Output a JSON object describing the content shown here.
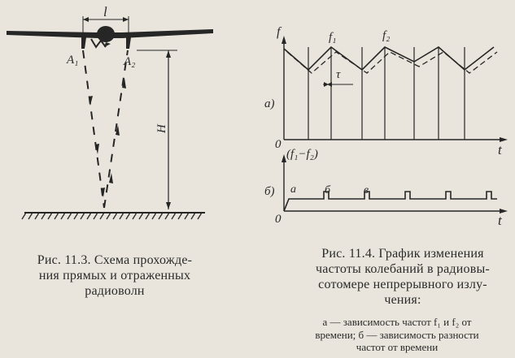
{
  "figure_left": {
    "labels": {
      "l": "l",
      "a1": "A₁",
      "a2": "A₂",
      "h": "H"
    },
    "caption": [
      "Рис. 11.3. Схема прохожде-",
      "ния прямых и   отраженных",
      "радиоволн"
    ]
  },
  "figure_right": {
    "labels": {
      "f_axis": "f",
      "f1": "f₁",
      "f2": "f₂",
      "tau": "τ",
      "panel_a": "a)",
      "origin_a": "0",
      "t_a": "t",
      "diff_axis": "(f₁−f₂)",
      "panel_b": "б)",
      "mark_a": "a",
      "mark_b": "б",
      "mark_v": "в",
      "origin_b": "0",
      "t_b": "t"
    },
    "caption": [
      "Рис. 11.4. График изменения",
      "частоты колебаний в радиовы-",
      "сотомере непрерывного излу-",
      "чения:"
    ],
    "legend": [
      "а — зависимость частот f₁ и f₂  от",
      "времени; б — зависимость разности",
      "частот от времени"
    ]
  }
}
